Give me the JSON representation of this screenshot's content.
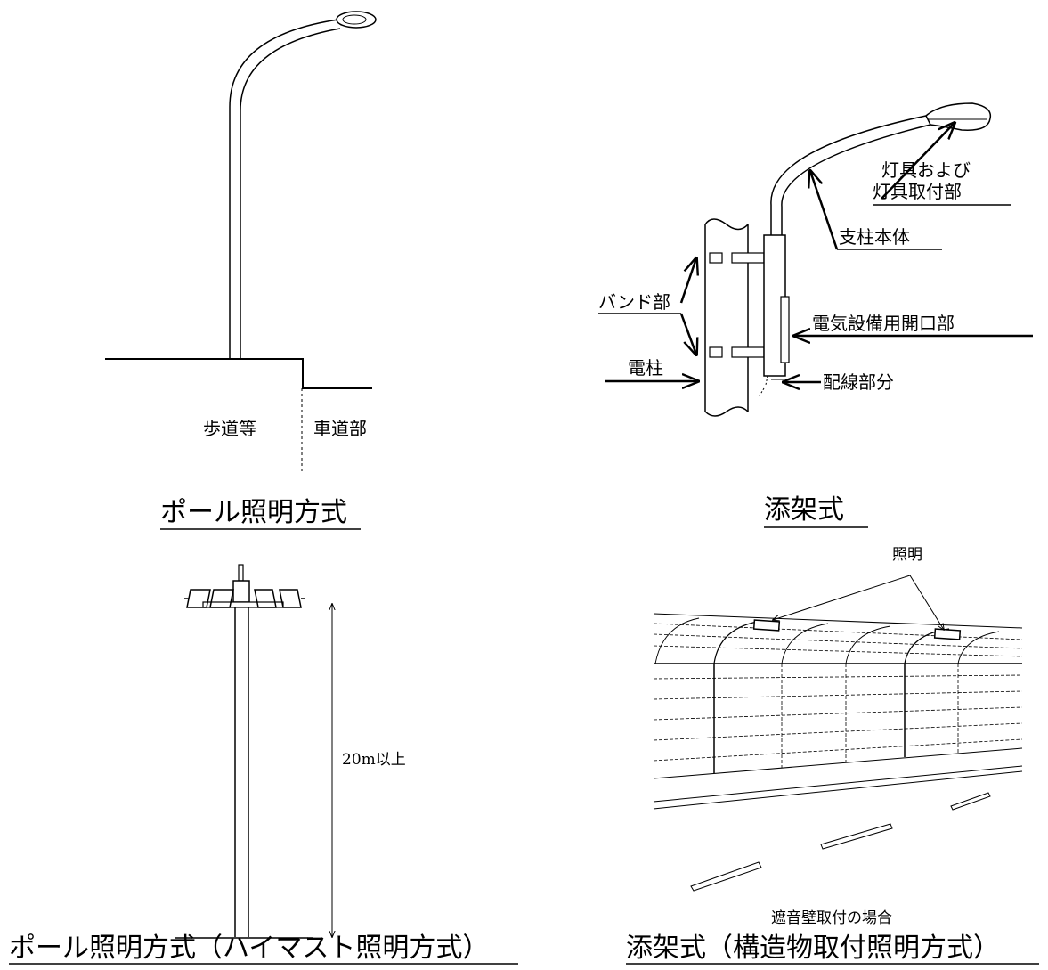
{
  "panels": {
    "pole": {
      "labels": {
        "sidewalk": "歩道等",
        "roadway": "車道部"
      },
      "caption": "ポール照明方式"
    },
    "attached": {
      "labels": {
        "fixture_line1": "灯具および",
        "fixture_line2": "灯具取付部",
        "pole_body": "支柱本体",
        "band": "バンド部",
        "electrical_opening": "電気設備用開口部",
        "utility_pole": "電柱",
        "wiring": "配線部分"
      },
      "caption": "添架式"
    },
    "highmast": {
      "labels": {
        "height": "20m以上"
      },
      "caption": "ポール照明方式（ハイマスト照明方式）"
    },
    "structure": {
      "labels": {
        "lighting": "照明",
        "note": "遮音壁取付の場合"
      },
      "caption": "添架式（構造物取付照明方式）"
    }
  }
}
